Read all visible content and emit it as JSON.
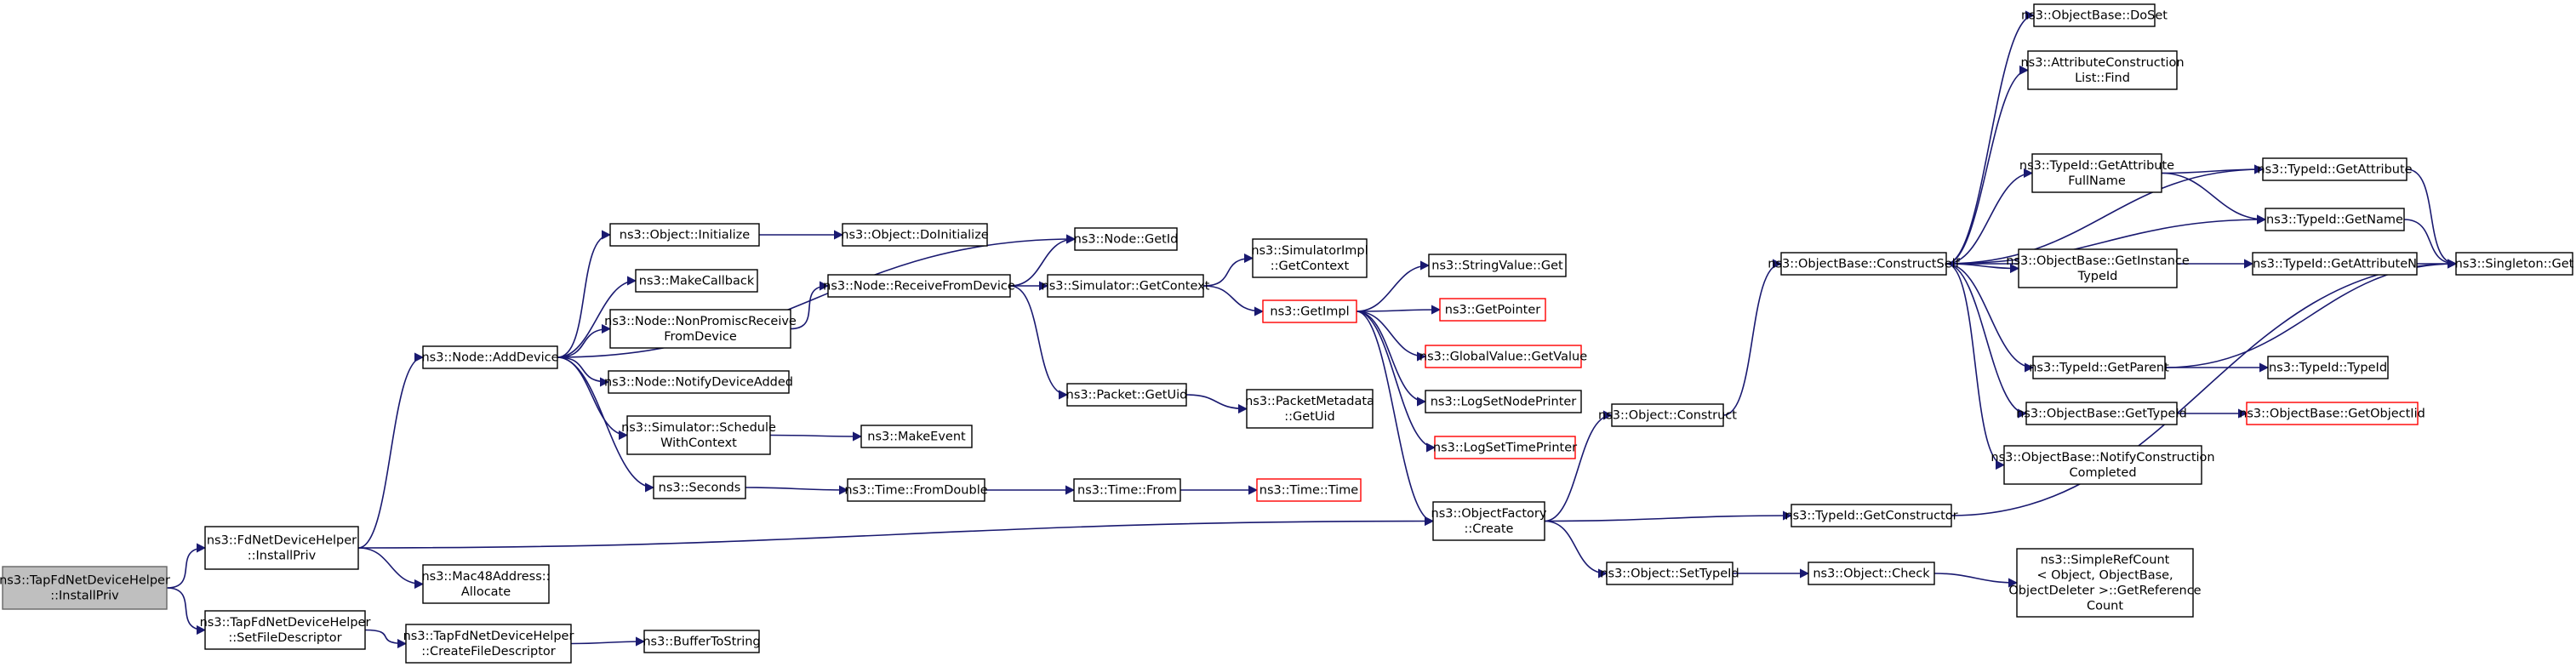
{
  "colors": {
    "edge": "#191970",
    "node_border": "#000000",
    "node_fill": "#ffffff",
    "root_fill": "#bfbfbf",
    "root_border": "#666666",
    "truncated_border": "#ff0000"
  },
  "nodes": [
    {
      "id": "root",
      "lines": [
        "ns3::TapFdNetDeviceHelper",
        "::InstallPriv"
      ],
      "style": "root"
    },
    {
      "id": "fdnd_installpriv",
      "lines": [
        "ns3::FdNetDeviceHelper",
        "::InstallPriv"
      ]
    },
    {
      "id": "setfiledesc",
      "lines": [
        "ns3::TapFdNetDeviceHelper",
        "::SetFileDescriptor"
      ]
    },
    {
      "id": "node_adddevice",
      "lines": [
        "ns3::Node::AddDevice"
      ]
    },
    {
      "id": "mac48_allocate",
      "lines": [
        "ns3::Mac48Address::",
        "Allocate"
      ]
    },
    {
      "id": "createfiledesc",
      "lines": [
        "ns3::TapFdNetDeviceHelper",
        "::CreateFileDescriptor"
      ]
    },
    {
      "id": "obj_initialize",
      "lines": [
        "ns3::Object::Initialize"
      ]
    },
    {
      "id": "makecallback",
      "lines": [
        "ns3::MakeCallback"
      ]
    },
    {
      "id": "nonpromisc",
      "lines": [
        "ns3::Node::NonPromiscReceive",
        "FromDevice"
      ]
    },
    {
      "id": "notifydevice",
      "lines": [
        "ns3::Node::NotifyDeviceAdded"
      ]
    },
    {
      "id": "schedwithctx",
      "lines": [
        "ns3::Simulator::Schedule",
        "WithContext"
      ]
    },
    {
      "id": "seconds",
      "lines": [
        "ns3::Seconds"
      ]
    },
    {
      "id": "buffertostring",
      "lines": [
        "ns3::BufferToString"
      ]
    },
    {
      "id": "obj_doinitialize",
      "lines": [
        "ns3::Object::DoInitialize"
      ]
    },
    {
      "id": "receivefromdevice",
      "lines": [
        "ns3::Node::ReceiveFromDevice"
      ]
    },
    {
      "id": "makeevent",
      "lines": [
        "ns3::MakeEvent"
      ]
    },
    {
      "id": "time_fromdouble",
      "lines": [
        "ns3::Time::FromDouble"
      ]
    },
    {
      "id": "node_getid",
      "lines": [
        "ns3::Node::GetId"
      ]
    },
    {
      "id": "sim_getcontext",
      "lines": [
        "ns3::Simulator::GetContext"
      ]
    },
    {
      "id": "packet_getuid",
      "lines": [
        "ns3::Packet::GetUid"
      ]
    },
    {
      "id": "time_from",
      "lines": [
        "ns3::Time::From"
      ]
    },
    {
      "id": "simimpl_getcontext",
      "lines": [
        "ns3::SimulatorImpl",
        "::GetContext"
      ]
    },
    {
      "id": "getimpl",
      "lines": [
        "ns3::GetImpl"
      ],
      "style": "truncated"
    },
    {
      "id": "pktmeta_getuid",
      "lines": [
        "ns3::PacketMetadata",
        "::GetUid"
      ]
    },
    {
      "id": "time_time",
      "lines": [
        "ns3::Time::Time"
      ],
      "style": "truncated"
    },
    {
      "id": "stringvalue_get",
      "lines": [
        "ns3::StringValue::Get"
      ]
    },
    {
      "id": "getpointer",
      "lines": [
        "ns3::GetPointer"
      ],
      "style": "truncated"
    },
    {
      "id": "globalvalue_getvalue",
      "lines": [
        "ns3::GlobalValue::GetValue"
      ],
      "style": "truncated"
    },
    {
      "id": "lognodeprinter",
      "lines": [
        "ns3::LogSetNodePrinter"
      ]
    },
    {
      "id": "logtimeprinter",
      "lines": [
        "ns3::LogSetTimePrinter"
      ],
      "style": "truncated"
    },
    {
      "id": "objfactory_create",
      "lines": [
        "ns3::ObjectFactory",
        "::Create"
      ]
    },
    {
      "id": "obj_construct",
      "lines": [
        "ns3::Object::Construct"
      ]
    },
    {
      "id": "obj_settypeid",
      "lines": [
        "ns3::Object::SetTypeId"
      ]
    },
    {
      "id": "objbase_constructself",
      "lines": [
        "ns3::ObjectBase::ConstructSelf"
      ]
    },
    {
      "id": "typeid_getconstructor",
      "lines": [
        "ns3::TypeId::GetConstructor"
      ]
    },
    {
      "id": "obj_check",
      "lines": [
        "ns3::Object::Check"
      ]
    },
    {
      "id": "objbase_doset",
      "lines": [
        "ns3::ObjectBase::DoSet"
      ]
    },
    {
      "id": "attrconstr_find",
      "lines": [
        "ns3::AttributeConstruction",
        "List::Find"
      ]
    },
    {
      "id": "typeid_getattrfullname",
      "lines": [
        "ns3::TypeId::GetAttribute",
        "FullName"
      ]
    },
    {
      "id": "objbase_getinstancetypeid",
      "lines": [
        "ns3::ObjectBase::GetInstance",
        "TypeId"
      ]
    },
    {
      "id": "typeid_getparent",
      "lines": [
        "ns3::TypeId::GetParent"
      ]
    },
    {
      "id": "objbase_gettypeid",
      "lines": [
        "ns3::ObjectBase::GetTypeId"
      ]
    },
    {
      "id": "objbase_notifyconstr",
      "lines": [
        "ns3::ObjectBase::NotifyConstruction",
        "Completed"
      ]
    },
    {
      "id": "simplerefcount",
      "lines": [
        "ns3::SimpleRefCount",
        "< Object, ObjectBase,",
        " ObjectDeleter >::GetReference",
        "Count"
      ]
    },
    {
      "id": "typeid_getattribute",
      "lines": [
        "ns3::TypeId::GetAttribute"
      ]
    },
    {
      "id": "typeid_getname",
      "lines": [
        "ns3::TypeId::GetName"
      ]
    },
    {
      "id": "typeid_getattributen",
      "lines": [
        "ns3::TypeId::GetAttributeN"
      ]
    },
    {
      "id": "typeid_typeid",
      "lines": [
        "ns3::TypeId::TypeId"
      ]
    },
    {
      "id": "objbase_getobjectiid",
      "lines": [
        "ns3::ObjectBase::GetObjectIid"
      ],
      "style": "truncated"
    },
    {
      "id": "singleton_get",
      "lines": [
        "ns3::Singleton::Get"
      ]
    }
  ]
}
